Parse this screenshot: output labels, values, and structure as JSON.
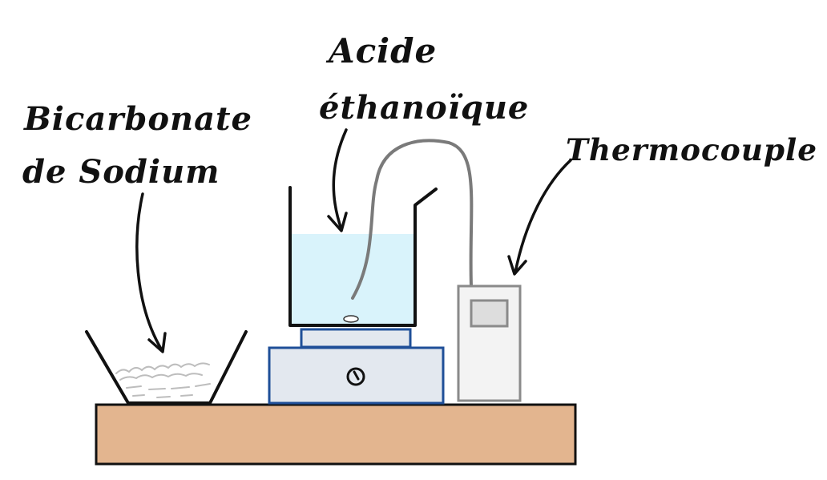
{
  "labels": {
    "acid_line1": "Acide",
    "acid_line2": "éthanoïque",
    "bicarb_line1": "Bicarbonate",
    "bicarb_line2": "de Sodium",
    "thermo": "Thermocouple"
  },
  "colors": {
    "outline": "#111111",
    "liquid": "#d9f3fb",
    "table": "#e3b58f",
    "stirrer_fill": "#e3e8ef",
    "stirrer_border": "#1f4f98",
    "device_fill": "#f3f3f3",
    "device_border": "#8a8a8a",
    "wire": "#7a7a7a",
    "powder": "#bdbdbd"
  }
}
